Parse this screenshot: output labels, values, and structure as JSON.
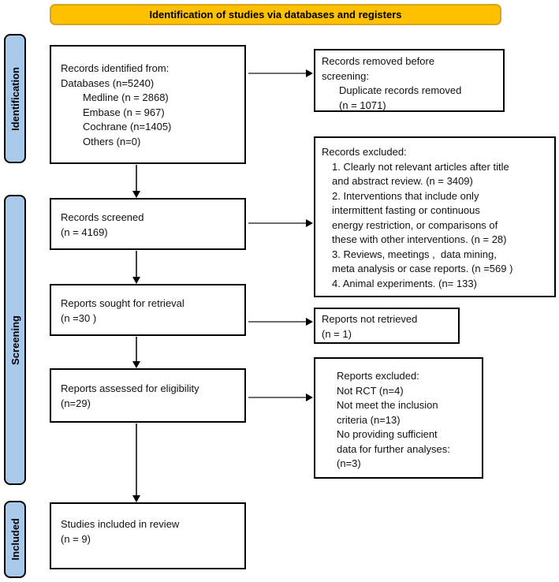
{
  "banner": {
    "label": "Identification of studies via databases and registers"
  },
  "stages": [
    {
      "label": "Identification"
    },
    {
      "label": "Screening"
    },
    {
      "label": "Included"
    }
  ],
  "boxes": {
    "records_identified": {
      "title": "Records identified from:",
      "subtitle": "Databases (n=5240)",
      "items": [
        "Medline (n = 2868)",
        "Embase (n = 967)",
        "Cochrane (n=1405)",
        "Others (n=0)"
      ]
    },
    "records_screened": {
      "line1": "Records screened",
      "line2": "(n = 4169)"
    },
    "reports_sought": {
      "line1": "Reports sought for retrieval",
      "line2": "(n =30 )"
    },
    "reports_assessed": {
      "line1": "Reports assessed for eligibility",
      "line2": "(n=29)"
    },
    "studies_included": {
      "line1": "Studies included in review",
      "line2": "(n = 9)"
    },
    "records_removed": {
      "line1": "Records removed before",
      "line2": "screening:",
      "items": [
        "Duplicate records removed",
        "(n = 1071)"
      ]
    },
    "records_excluded": {
      "title": "Records excluded:",
      "items": [
        "1. Clearly not relevant articles after title",
        "and abstract review. (n = 3409)",
        "2. Interventions that include only",
        "intermittent fasting or continuous",
        "energy restriction, or comparisons of",
        "these with other interventions. (n = 28)",
        "3. Reviews, meetings ,  data mining,",
        "meta analysis or case reports. (n =569 )",
        "4. Animal experiments. (n= 133)"
      ]
    },
    "reports_not_retrieved": {
      "line1": "Reports not retrieved",
      "line2": "(n = 1)"
    },
    "reports_excluded": {
      "lines": [
        "Reports excluded:",
        "Not RCT (n=4)",
        "Not meet the inclusion",
        "criteria (n=13)",
        "No providing sufficient",
        "data for further analyses:",
        "(n=3)"
      ]
    }
  },
  "colors": {
    "banner_fill": "#FFC000",
    "banner_border": "#D9A21B",
    "stage_fill": "#A9C9EA",
    "box_border": "#000000",
    "arrow_line": "#404040",
    "arrow_head": "#000000"
  }
}
